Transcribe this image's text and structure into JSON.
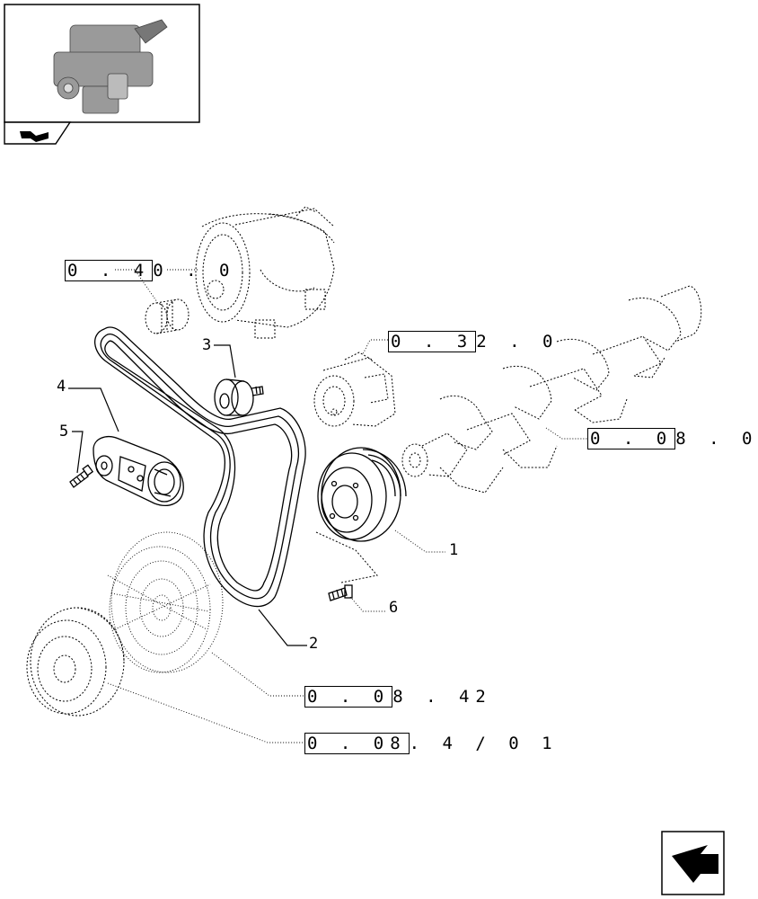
{
  "title_block": {
    "thumbnail": "engine-thumbnail",
    "nav_icon": "previous-page-arrow-icon"
  },
  "refs": [
    {
      "boxed": "0 . 4",
      "rest": "0 . 0"
    },
    {
      "boxed": "0 . 3",
      "rest": "2 . 0"
    },
    {
      "boxed": "0 . 0",
      "rest": "8 . 0"
    },
    {
      "boxed": "0 . 0",
      "rest": "8 . 42"
    },
    {
      "boxed": "0 . 08",
      "rest": ". 4 / 0 1"
    }
  ],
  "callouts": [
    "1",
    "2",
    "3",
    "4",
    "5",
    "6"
  ],
  "next_icon": "next-page-arrow-icon"
}
